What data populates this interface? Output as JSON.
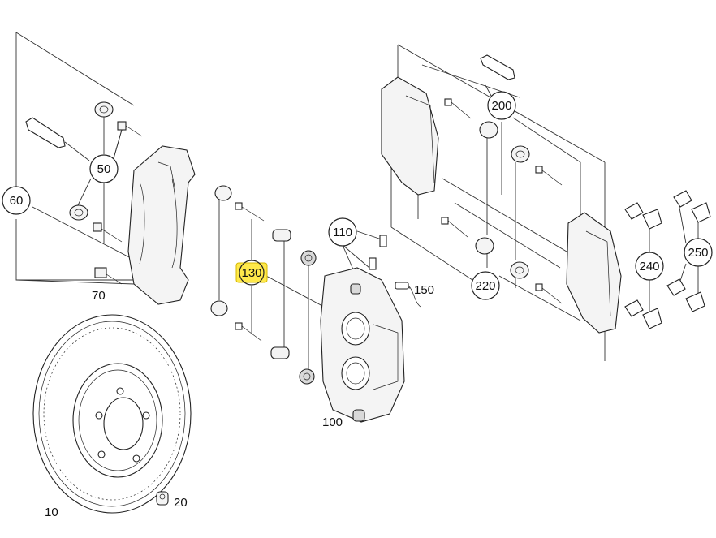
{
  "callouts": {
    "c10": "10",
    "c20": "20",
    "c50": "50",
    "c60": "60",
    "c70": "70",
    "c100": "100",
    "c110": "110",
    "c130": "130",
    "c150": "150",
    "c200": "200",
    "c220": "220",
    "c240": "240",
    "c250": "250"
  },
  "colors": {
    "highlight": "#ffe94a",
    "line": "#222222"
  }
}
